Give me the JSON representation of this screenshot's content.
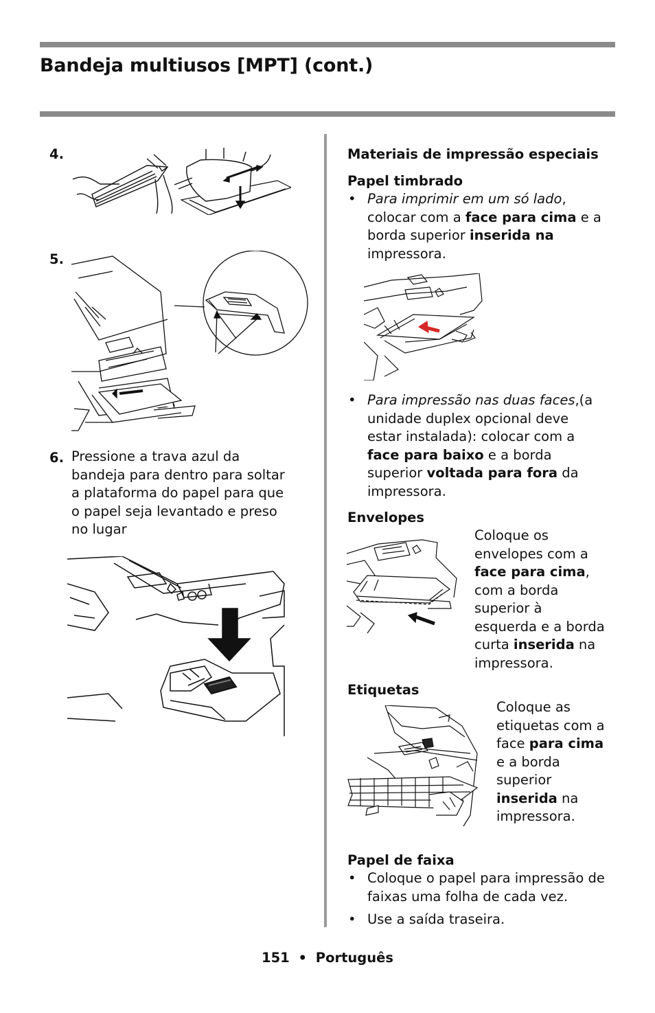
{
  "header": {
    "title": "Bandeja multiusos [MPT] (cont.)"
  },
  "left": {
    "step4": {
      "num": "4."
    },
    "step5": {
      "num": "5."
    },
    "step6": {
      "num": "6.",
      "lines": [
        "Pressione a trava azul da",
        "bandeja para dentro para soltar",
        "a plataforma do papel para que",
        "o papel seja levantado e preso",
        "no lugar"
      ]
    }
  },
  "right": {
    "section_heading": "Materiais de impressão especiais",
    "letterhead": {
      "heading": "Papel timbrado",
      "b1": {
        "italic": "Para imprimir em um só lado",
        "comma": ",",
        "t1": "colocar com a ",
        "bold1": "face para cima",
        "t2": " e a",
        "t3": "borda superior ",
        "bold2": "inserida na",
        "t4": "impressora."
      },
      "b2": {
        "italic": "Para impressão nas duas faces",
        "after": ",(a",
        "l2": "unidade duplex opcional deve",
        "l3": "estar instalada): colocar com a",
        "bold1": "face para baixo",
        "t1": " e a borda",
        "t2": "superior ",
        "bold2": "voltada para fora",
        "t3": " da",
        "l6": "impressora."
      }
    },
    "envelopes": {
      "heading": "Envelopes",
      "l1": "Coloque os",
      "l2": "envelopes com a",
      "bold1": "face para cima",
      "comma": ",",
      "l4": "com a borda",
      "l5": "superior à",
      "l6": "esquerda e a borda",
      "l7a": "curta ",
      "bold2": "inserida",
      "l7b": " na",
      "l8": "impressora."
    },
    "labels": {
      "heading": "Etiquetas",
      "l1": "Coloque as",
      "l2": "etiquetas com a",
      "l3a": "face ",
      "bold1": "para cima",
      "l4": "e a borda",
      "l5": "superior",
      "bold2": "inserida",
      "l6b": " na",
      "l7": "impressora."
    },
    "banner": {
      "heading": "Papel de faixa",
      "b1l1": "Coloque o papel para impressão de",
      "b1l2": "faixas uma folha de cada vez.",
      "b2": "Use a saída traseira."
    },
    "bullet_char": "•"
  },
  "footer": {
    "page": "151",
    "sep": "•",
    "lang": "Português"
  }
}
